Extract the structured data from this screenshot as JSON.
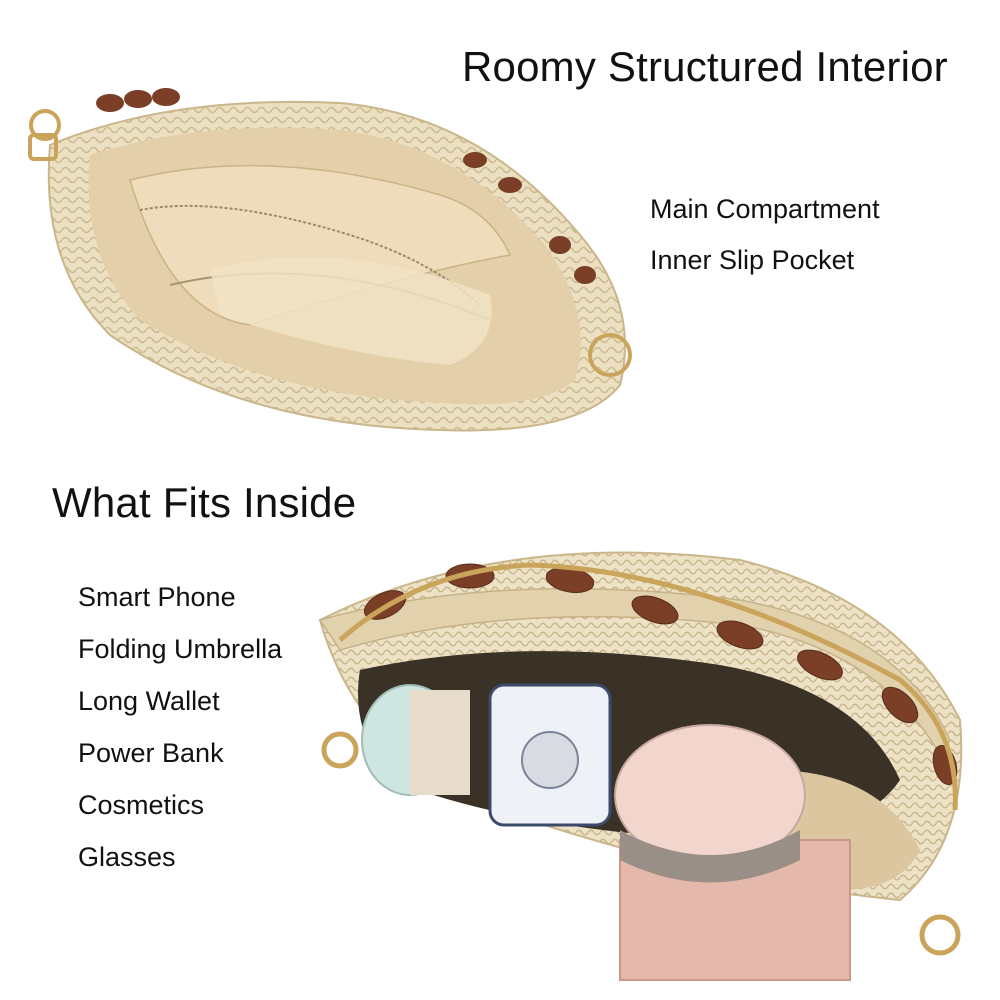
{
  "interior_section": {
    "heading": "Roomy Structured Interior",
    "features": [
      "Main Compartment",
      "Inner Slip Pocket"
    ]
  },
  "contents_section": {
    "heading": "What Fits Inside",
    "items": [
      "Smart Phone",
      "Folding Umbrella",
      "Long Wallet",
      "Power Bank",
      "Cosmetics",
      "Glasses"
    ]
  },
  "colors": {
    "straw": "#e9dcbc",
    "straw_dark": "#cdbb92",
    "lining": "#e6d3b0",
    "chain_link": "#7a3f26",
    "hardware_gold": "#c9a45a",
    "text": "#111111"
  }
}
